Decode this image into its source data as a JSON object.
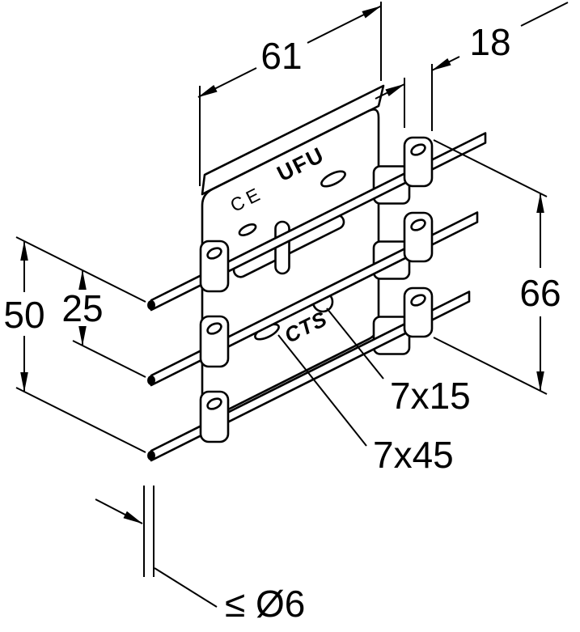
{
  "drawing": {
    "background_color": "#ffffff",
    "line_color": "#000000",
    "markings": {
      "brand": "UFU",
      "ce_mark": "CE",
      "series": "CTS"
    },
    "dimensions": {
      "plate_width_mm": "61",
      "clip_depth_mm": "18",
      "outer_rod_spacing_mm": "50",
      "adjacent_rod_spacing_mm": "25",
      "right_clip_span_mm": "66",
      "small_slot": "7x15",
      "long_slot": "7x45",
      "max_rod_diameter": "≤ Ø6"
    }
  }
}
